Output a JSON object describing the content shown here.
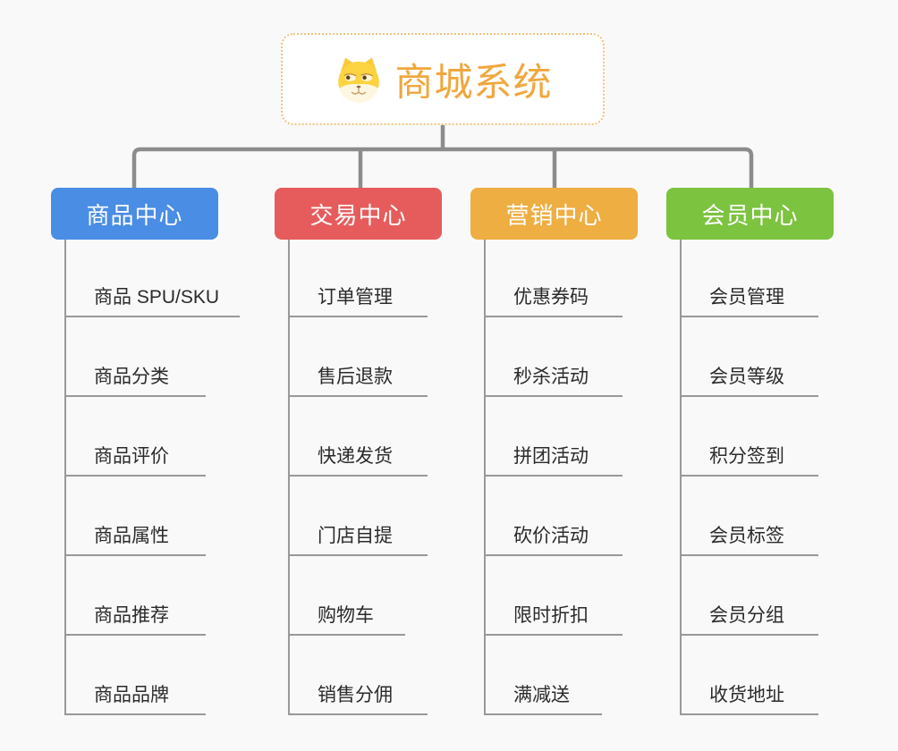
{
  "diagram_title": "商城系统",
  "root": {
    "title": "商城系统",
    "icon": "dog-face-icon"
  },
  "branches": [
    {
      "label": "商品中心",
      "color": "#4a8de5",
      "children": [
        "商品 SPU/SKU",
        "商品分类",
        "商品评价",
        "商品属性",
        "商品推荐",
        "商品品牌"
      ]
    },
    {
      "label": "交易中心",
      "color": "#e65c5c",
      "children": [
        "订单管理",
        "售后退款",
        "快递发货",
        "门店自提",
        "购物车",
        "销售分佣"
      ]
    },
    {
      "label": "营销中心",
      "color": "#eeae42",
      "children": [
        "优惠券码",
        "秒杀活动",
        "拼团活动",
        "砍价活动",
        "限时折扣",
        "满减送"
      ]
    },
    {
      "label": "会员中心",
      "color": "#7cc340",
      "children": [
        "会员管理",
        "会员等级",
        "积分签到",
        "会员标签",
        "会员分组",
        "收货地址"
      ]
    }
  ],
  "colors": {
    "background": "#f9f9f9",
    "connector": "#8c8c8c",
    "leaf_line": "#999999",
    "leaf_text": "#2b2b2b",
    "root_text": "#f0a73d",
    "root_border": "#f1c27d"
  }
}
